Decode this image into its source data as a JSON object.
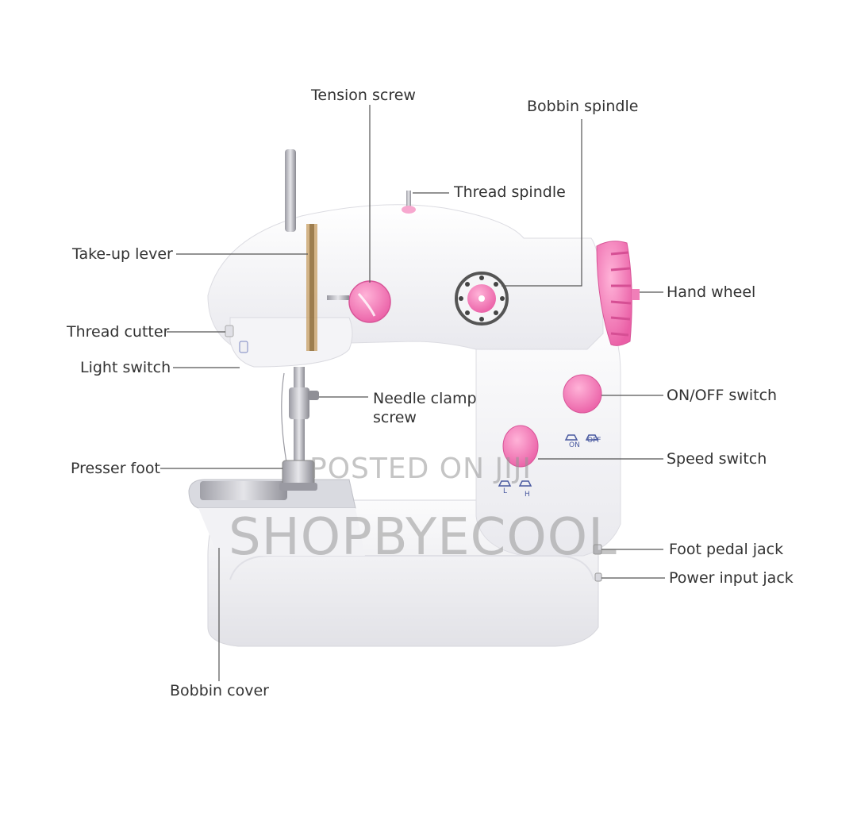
{
  "diagram": {
    "labels": {
      "tension_screw": "Tension screw",
      "bobbin_spindle": "Bobbin spindle",
      "thread_spindle": "Thread spindle",
      "take_up_lever": "Take-up lever",
      "hand_wheel": "Hand wheel",
      "thread_cutter": "Thread cutter",
      "light_switch": "Light switch",
      "needle_clamp_screw_line1": "Needle clamp",
      "needle_clamp_screw_line2": "screw",
      "on_off_switch": "ON/OFF switch",
      "presser_foot": "Presser foot",
      "speed_switch": "Speed switch",
      "foot_pedal_jack": "Foot pedal jack",
      "power_input_jack": "Power input jack",
      "bobbin_cover": "Bobbin cover"
    },
    "switch_marks": {
      "on": "ON",
      "off": "OFF",
      "low": "L",
      "high": "H"
    },
    "watermark": {
      "line1": "POSTED ON JIJI",
      "line2": "SHOPBYECOOL"
    },
    "colors": {
      "accent_pink": "#f07fb8",
      "body_white": "#f7f7f9",
      "leader_line": "#555555",
      "text": "#333333"
    }
  }
}
